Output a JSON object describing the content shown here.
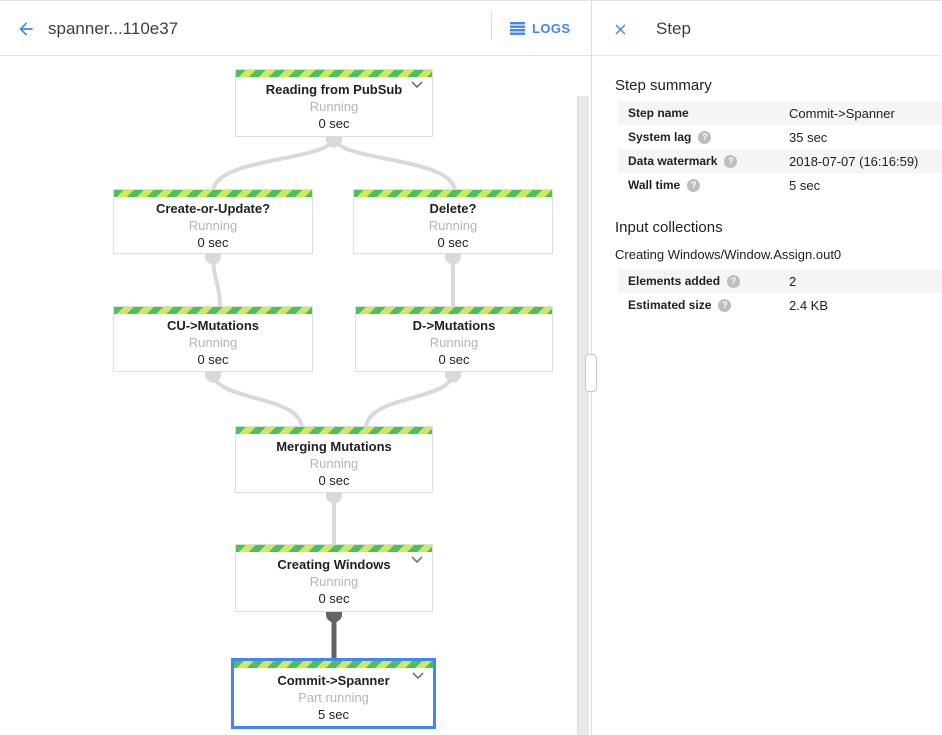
{
  "header": {
    "title": "spanner...110e37",
    "logs_label": "LOGS"
  },
  "panel": {
    "title": "Step",
    "step_summary": {
      "heading": "Step summary",
      "rows": [
        {
          "label": "Step name",
          "value": "Commit->Spanner"
        },
        {
          "label": "System lag",
          "value": "35 sec"
        },
        {
          "label": "Data watermark",
          "value": "2018-07-07 (16:16:59)"
        },
        {
          "label": "Wall time",
          "value": "5 sec"
        }
      ]
    },
    "input_collections": {
      "heading": "Input collections",
      "collection_name": "Creating Windows/Window.Assign.out0",
      "rows": [
        {
          "label": "Elements added",
          "value": "2"
        },
        {
          "label": "Estimated size",
          "value": "2.4 KB"
        }
      ]
    }
  },
  "graph": {
    "nodes": [
      {
        "title": "Reading from PubSub",
        "status": "Running",
        "time": "0 sec"
      },
      {
        "title": "Create-or-Update?",
        "status": "Running",
        "time": "0 sec"
      },
      {
        "title": "Delete?",
        "status": "Running",
        "time": "0 sec"
      },
      {
        "title": "CU->Mutations",
        "status": "Running",
        "time": "0 sec"
      },
      {
        "title": "D->Mutations",
        "status": "Running",
        "time": "0 sec"
      },
      {
        "title": "Merging Mutations",
        "status": "Running",
        "time": "0 sec"
      },
      {
        "title": "Creating Windows",
        "status": "Running",
        "time": "0 sec"
      },
      {
        "title": "Commit->Spanner",
        "status": "Part running",
        "time": "5 sec"
      }
    ]
  },
  "icons": {
    "help_glyph": "?"
  },
  "colors": {
    "accent_blue": "#4285f4",
    "stripe_green": "#4cbf5f",
    "stripe_yellow": "#cde95c",
    "edge_gray": "#d9d9d9",
    "edge_dark": "#646464",
    "selected_border": "#4285f4",
    "row_alt_bg": "#f5f5f5",
    "status_text": "#b5b5b5"
  }
}
